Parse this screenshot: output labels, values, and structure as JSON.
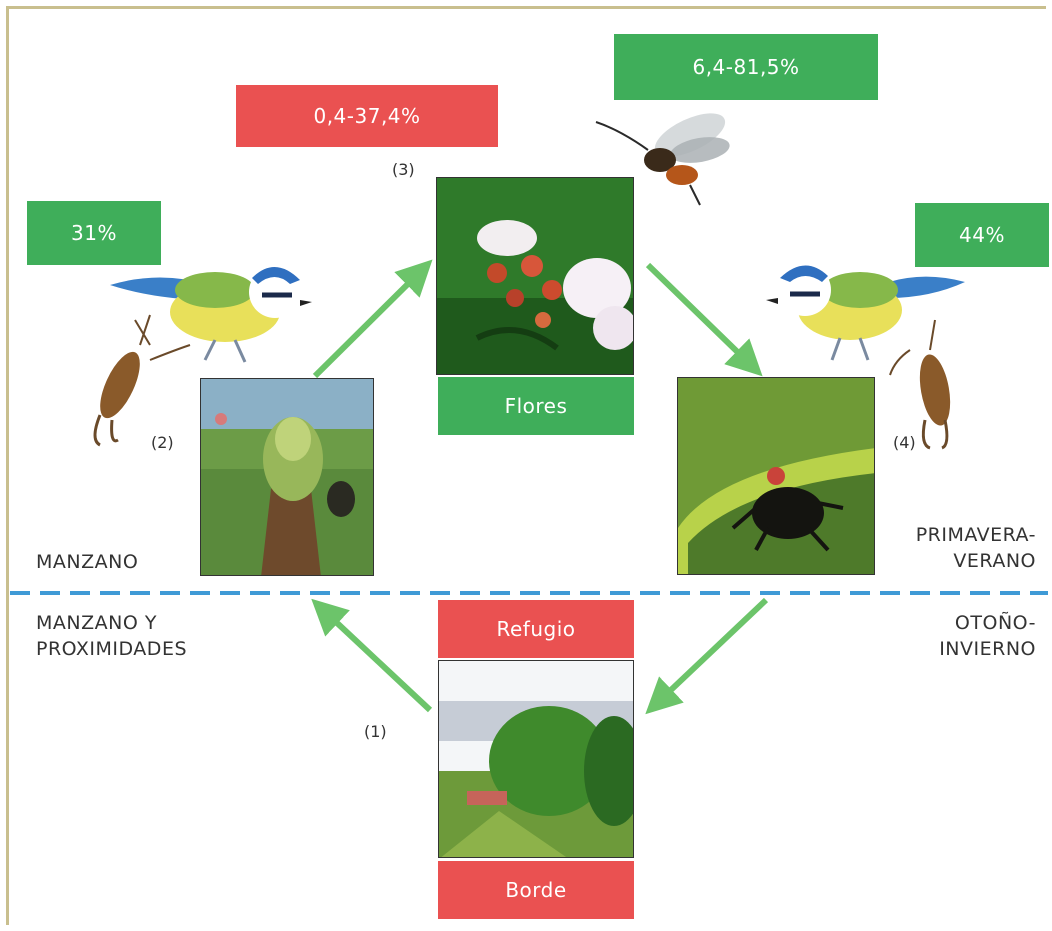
{
  "percentages": {
    "flowers_red": "0,4-37,4%",
    "flowers_green": "6,4-81,5%",
    "left_green": "31%",
    "right_green": "44%"
  },
  "labels": {
    "flores": "Flores",
    "refugio": "Refugio",
    "borde": "Borde"
  },
  "stages": {
    "s1": "(1)",
    "s2": "(2)",
    "s3": "(3)",
    "s4": "(4)"
  },
  "zones": {
    "manzano": "MANZANO",
    "manzano_prox_1": "MANZANO Y",
    "manzano_prox_2": "PROXIMIDADES",
    "primavera_1": "PRIMAVERA-",
    "primavera_2": "VERANO",
    "otono_1": "OTOÑO-",
    "otono_2": "INVIERNO"
  },
  "colors": {
    "green_box": "#3fae5a",
    "red_box": "#ea5151",
    "arrow": "#6cc46a",
    "divider": "#3f9ad6"
  }
}
